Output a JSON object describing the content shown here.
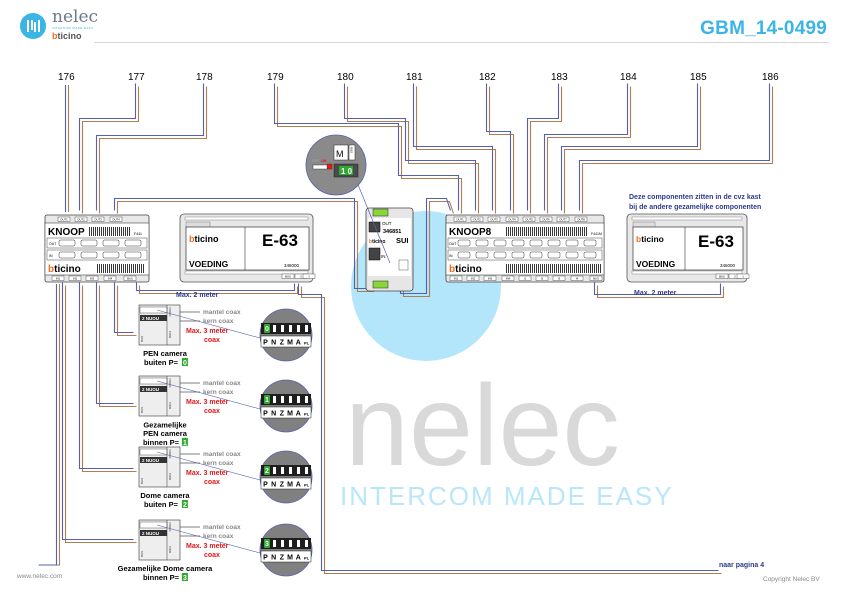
{
  "header": {
    "brand_name": "nelec",
    "brand_tagline": "INTERCOM MADE EASY",
    "partner_logo_prefix": "b",
    "partner_logo_rest": "ticino",
    "document_id": "GBM_14-0499"
  },
  "terminals": [
    "176",
    "177",
    "178",
    "179",
    "180",
    "181",
    "182",
    "183",
    "184",
    "185",
    "186"
  ],
  "knoop4": {
    "name": "KNOOP",
    "model": "F441",
    "out_label": "OUT",
    "in_label": "IN",
    "brand_prefix": "b",
    "brand_rest": "ticino",
    "top_ports": [
      "OUT1",
      "OUT2",
      "OUT3",
      "OUT4"
    ],
    "bottom_ports": [
      "IN1",
      "IN2",
      "IN3",
      "IN4",
      "BUS"
    ]
  },
  "knoop8": {
    "name": "KNOOP8",
    "model": "F441M",
    "out_label": "OUT",
    "in_label": "IN",
    "brand_prefix": "b",
    "brand_rest": "ticino",
    "top_ports": [
      "OUT1",
      "OUT2",
      "OUT3",
      "OUT4",
      "OUT5",
      "OUT6",
      "OUT7",
      "OUT8"
    ],
    "bottom_ports": [
      "IN1",
      "IN2",
      "IN3",
      "IN4",
      "I1",
      "I2",
      "I3",
      "I4",
      "BUS"
    ]
  },
  "psu_left": {
    "brand_prefix": "b",
    "brand_rest": "ticino",
    "model": "E-63",
    "label": "VOEDING",
    "part_number": "346000",
    "terminals": [
      "BUS",
      "2",
      "1"
    ],
    "distance_note": "Max. 2 meter"
  },
  "psu_right": {
    "brand_prefix": "b",
    "brand_rest": "ticino",
    "model": "E-63",
    "label": "VOEDING",
    "part_number": "346000",
    "terminals": [
      "BUS",
      "2",
      "1"
    ],
    "distance_note": "Max. 2 meter",
    "note_line1": "Deze componenten zitten in de cvz kast",
    "note_line2": "bij de andere gezamelijke componenten"
  },
  "sui": {
    "out_label": "OUT",
    "in_label": "IN",
    "part_number": "346851",
    "name": "SUI",
    "brand_prefix": "b",
    "brand_rest": "ticino"
  },
  "sui_detail": {
    "off_label": "OFF",
    "on_label": "ON",
    "m_label": "M",
    "side_label": "BUS",
    "display": "1 0"
  },
  "cameras": [
    {
      "name_line1": "PEN camera",
      "name_line2": "buiten P=",
      "address": "0"
    },
    {
      "name_line1": "Gezamelijke",
      "name_line2": "PEN  camera",
      "name_line3": "binnen P=",
      "address": "1"
    },
    {
      "name_line1": "Dome camera",
      "name_line2": "buiten P=",
      "address": "2"
    },
    {
      "name_line1": "Gezamelijke Dome camera",
      "name_line2": "binnen P=",
      "address": "3"
    }
  ],
  "camera_common": {
    "coax_shield": "mantel coax",
    "coax_core": "kern coax",
    "max_line1": "Max. 3 meter",
    "max_line2": "coax",
    "module_label": "2 NUOU",
    "bus_label": "BUS",
    "pwr_label": "PWR",
    "video_label": "VIDEO",
    "dip_letters": [
      "P",
      "N",
      "Z",
      "M",
      "A",
      "PL"
    ]
  },
  "footer": {
    "website": "www.nelec.com",
    "next_page": "naar pagina 4",
    "copyright": "Copyright Nelec BV"
  },
  "watermark": {
    "word": "nelec",
    "tagline": "INTERCOM MADE EASY"
  },
  "colors": {
    "accent": "#3bb4e6",
    "wire_brown": "#b07d4f",
    "wire_blue": "#5561b0",
    "note_blue": "#2e3a8c",
    "warning_red": "#e01818",
    "address_green": "#2fa82f",
    "bticino_orange": "#f26b1d"
  }
}
